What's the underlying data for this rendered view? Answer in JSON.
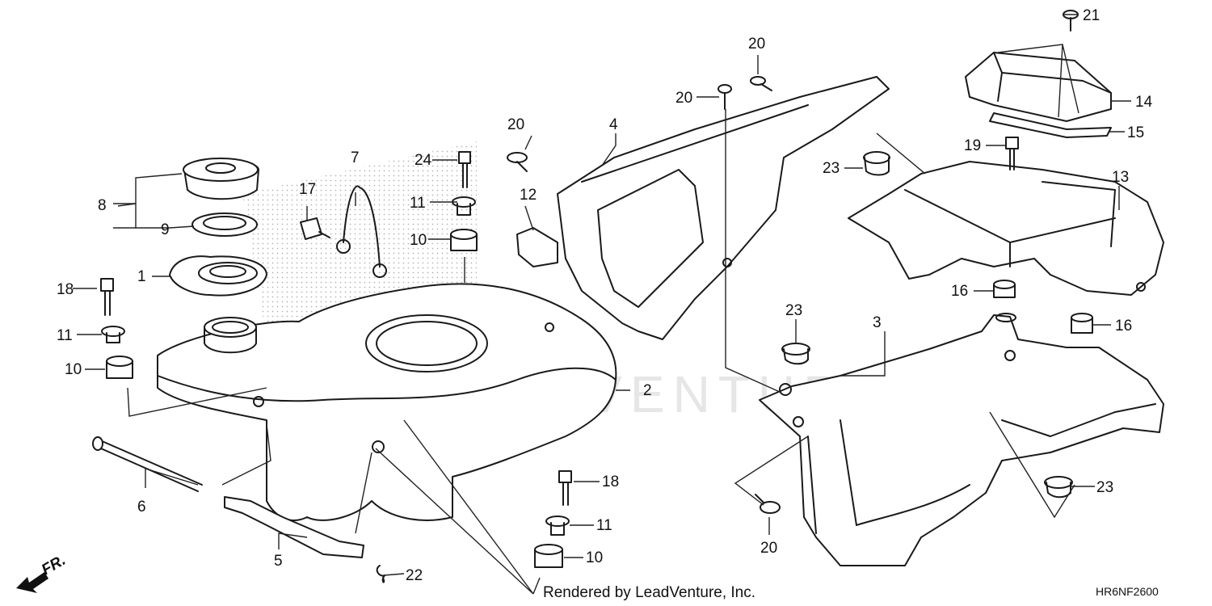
{
  "watermark": "LEADVENTURE",
  "credit": "Rendered by LeadVenture, Inc.",
  "diagram_code": "HR6NF2600",
  "front_marker": "FR.",
  "callouts": [
    "1",
    "2",
    "3",
    "4",
    "5",
    "6",
    "7",
    "8",
    "9",
    "10",
    "11",
    "12",
    "13",
    "14",
    "15",
    "16",
    "17",
    "18",
    "19",
    "20",
    "21",
    "22",
    "23",
    "24"
  ]
}
